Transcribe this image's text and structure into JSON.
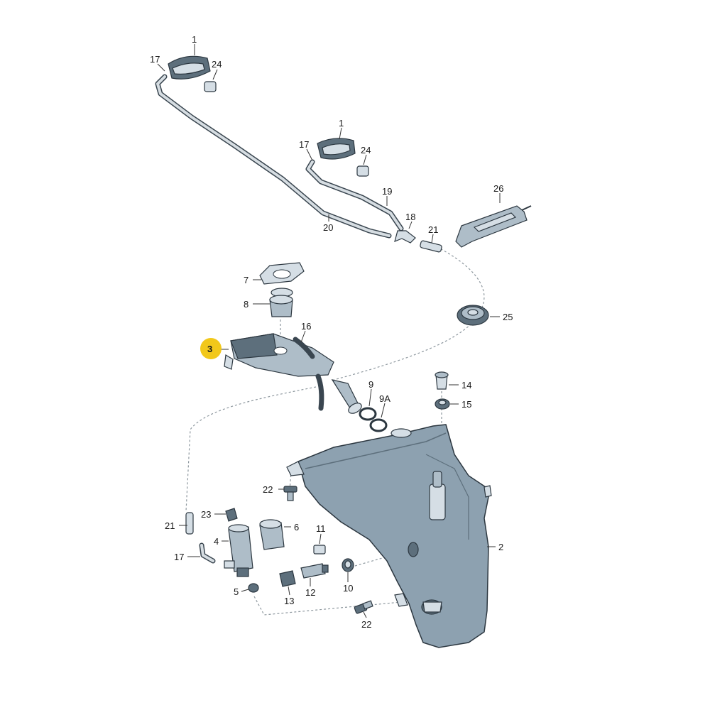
{
  "diagram": {
    "highlight_color": "#f2c81a",
    "part_color": "#aebdc8",
    "outline_color": "#2c3740",
    "labels": {
      "p1a": "1",
      "p17a": "17",
      "p24a": "24",
      "p1b": "1",
      "p17b": "17",
      "p24b": "24",
      "p19": "19",
      "p20": "20",
      "p18": "18",
      "p21a": "21",
      "p26": "26",
      "p25": "25",
      "p7": "7",
      "p8": "8",
      "p3": "3",
      "p16": "16",
      "p9": "9",
      "p9A": "9A",
      "p14": "14",
      "p15": "15",
      "p22a": "22",
      "p2": "2",
      "p21b": "21",
      "p23": "23",
      "p6": "6",
      "p4": "4",
      "p17c": "17",
      "p11": "11",
      "p10": "10",
      "p5": "5",
      "p13": "13",
      "p12": "12",
      "p22b": "22"
    }
  }
}
